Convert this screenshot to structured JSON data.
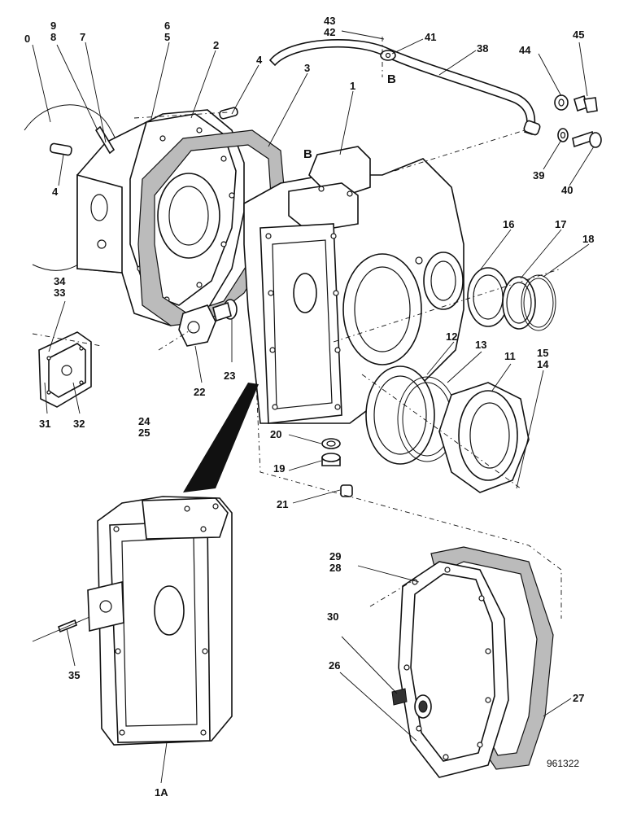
{
  "figure": {
    "reference_number": "961322",
    "view_marker": "B",
    "callouts": [
      {
        "id": "c0",
        "text": "0"
      },
      {
        "id": "c9-8",
        "text": "9\n8"
      },
      {
        "id": "c7",
        "text": "7"
      },
      {
        "id": "c6-5",
        "text": "6\n5"
      },
      {
        "id": "c2",
        "text": "2"
      },
      {
        "id": "c4a",
        "text": "4"
      },
      {
        "id": "c3",
        "text": "3"
      },
      {
        "id": "c1",
        "text": "1"
      },
      {
        "id": "c43-42",
        "text": "43\n42"
      },
      {
        "id": "c41",
        "text": "41"
      },
      {
        "id": "c38",
        "text": "38"
      },
      {
        "id": "c45",
        "text": "45"
      },
      {
        "id": "c44",
        "text": "44"
      },
      {
        "id": "c39",
        "text": "39"
      },
      {
        "id": "c40",
        "text": "40"
      },
      {
        "id": "c4b",
        "text": "4"
      },
      {
        "id": "c16",
        "text": "16"
      },
      {
        "id": "c17",
        "text": "17"
      },
      {
        "id": "c18",
        "text": "18"
      },
      {
        "id": "c34-33",
        "text": "34\n33"
      },
      {
        "id": "c31",
        "text": "31"
      },
      {
        "id": "c32",
        "text": "32"
      },
      {
        "id": "c22",
        "text": "22"
      },
      {
        "id": "c23",
        "text": "23"
      },
      {
        "id": "c24-25",
        "text": "24\n25"
      },
      {
        "id": "c12",
        "text": "12"
      },
      {
        "id": "c13",
        "text": "13"
      },
      {
        "id": "c11",
        "text": "11"
      },
      {
        "id": "c15-14",
        "text": "15\n14"
      },
      {
        "id": "c20",
        "text": "20"
      },
      {
        "id": "c19",
        "text": "19"
      },
      {
        "id": "c21",
        "text": "21"
      },
      {
        "id": "c29-28",
        "text": "29\n28"
      },
      {
        "id": "c30",
        "text": "30"
      },
      {
        "id": "c26",
        "text": "26"
      },
      {
        "id": "c27",
        "text": "27"
      },
      {
        "id": "c35",
        "text": "35"
      },
      {
        "id": "c1A",
        "text": "1A"
      }
    ]
  }
}
